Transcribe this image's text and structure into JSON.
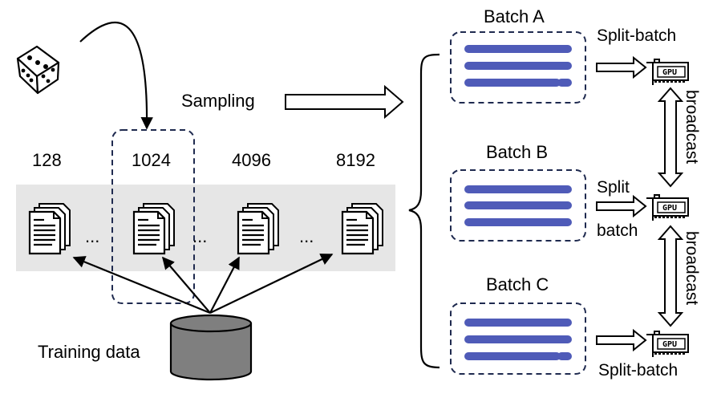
{
  "sampling_label": "Sampling",
  "training_data_label": "Training data",
  "sequence_lengths": [
    "128",
    "1024",
    "4096",
    "8192"
  ],
  "ellipsis": "...",
  "batches": [
    {
      "label": "Batch A",
      "tail": true
    },
    {
      "label": "Batch B",
      "tail": false
    },
    {
      "label": "Batch C",
      "tail": true
    }
  ],
  "split_batch_label": "Split-batch",
  "split_label": "Split",
  "batch_label": "batch",
  "broadcast_label": "broadcast",
  "gpu_label": "GPU",
  "colors": {
    "bar": "#4f5bb8",
    "bar_tail": "#c0504d",
    "panel": "#e6e6e6",
    "dashed_border": "#1f2a4f",
    "cylinder": "#7f7f7f"
  }
}
